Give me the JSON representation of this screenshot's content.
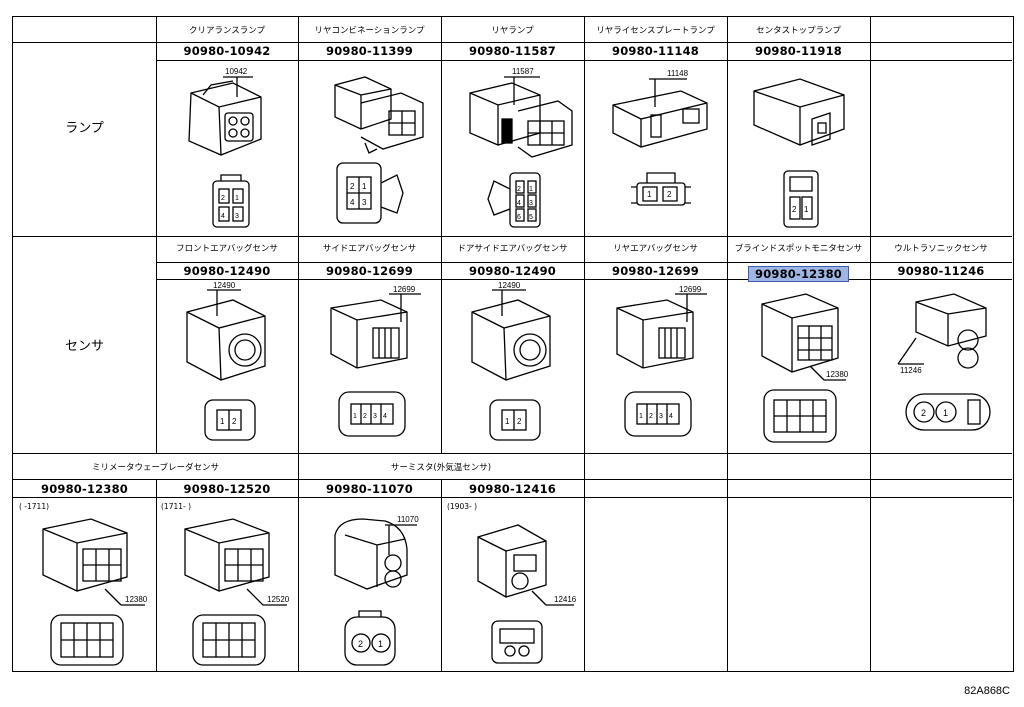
{
  "categories": {
    "lamp": "ランプ",
    "sensor": "センサ"
  },
  "lamp": {
    "names": [
      "クリアランスランプ",
      "リヤコンビネーションランプ",
      "リヤランプ",
      "リヤライセンスプレートランプ",
      "センタストップランプ"
    ],
    "parts": [
      "90980-10942",
      "90980-11399",
      "90980-11587",
      "90980-11148",
      "90980-11918"
    ],
    "callouts": [
      "10942",
      "11587",
      "11148"
    ]
  },
  "sensor": {
    "names": [
      "フロントエアバッグセンサ",
      "サイドエアバッグセンサ",
      "ドアサイドエアバッグセンサ",
      "リヤエアバッグセンサ",
      "ブラインドスポットモニタセンサ",
      "ウルトラソニックセンサ"
    ],
    "parts": [
      "90980-12490",
      "90980-12699",
      "90980-12490",
      "90980-12699",
      "90980-12380",
      "90980-11246"
    ],
    "callouts": [
      "12490",
      "12699",
      "12490",
      "12699",
      "12380",
      "11246"
    ]
  },
  "misc": {
    "names": [
      "ミリメータウェーブレーダセンサ",
      "サーミスタ(外気温センサ)"
    ],
    "parts": [
      "90980-12380",
      "90980-12520",
      "90980-11070",
      "90980-12416"
    ],
    "notes": [
      "( -1711)",
      "(1711- )",
      "(1903- )"
    ],
    "callouts": [
      "12380",
      "12520",
      "11070",
      "12416"
    ]
  },
  "illustration_code": "82A868C",
  "highlight_color": "#9fb6e4"
}
